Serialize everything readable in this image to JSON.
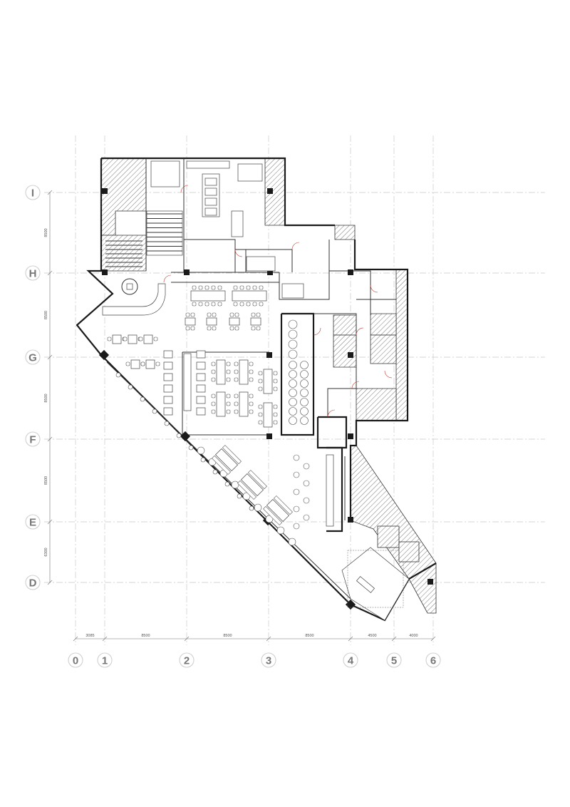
{
  "grid": {
    "columns": [
      {
        "label": "0"
      },
      {
        "label": "1"
      },
      {
        "label": "2"
      },
      {
        "label": "3"
      },
      {
        "label": "4"
      },
      {
        "label": "5"
      },
      {
        "label": "6"
      }
    ],
    "rows": [
      {
        "label": "I"
      },
      {
        "label": "H"
      },
      {
        "label": "G"
      },
      {
        "label": "F"
      },
      {
        "label": "E"
      },
      {
        "label": "D"
      }
    ],
    "column_spacings": [
      "3085",
      "8500",
      "8500",
      "8500",
      "4500",
      "4000"
    ],
    "row_spacings": [
      "8500",
      "8500",
      "8500",
      "8500",
      "6300"
    ]
  },
  "colors": {
    "grid": "#c8c8c8",
    "bubble_text": "#777777",
    "wall": "#1a1a1a",
    "door_swing": "#c0392b"
  }
}
